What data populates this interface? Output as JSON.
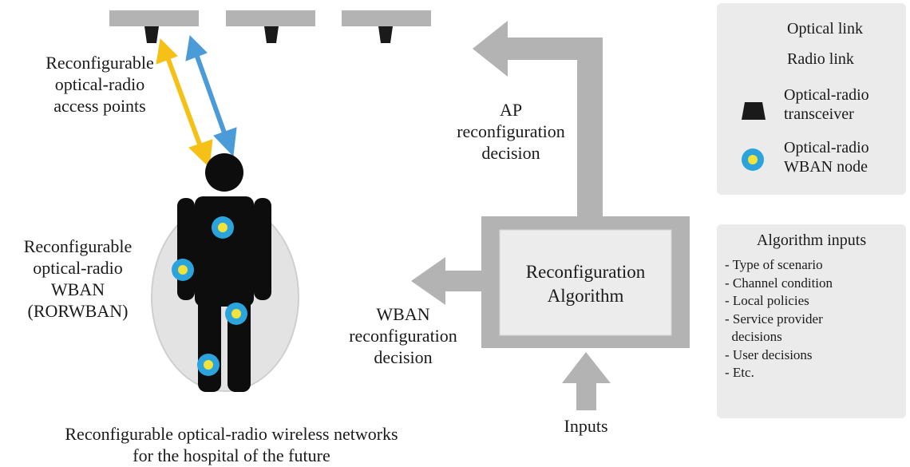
{
  "colors": {
    "optical": "#f5c116",
    "radio": "#4a9bd8",
    "node_ring": "#2ba3dc",
    "node_core": "#f1e33a",
    "gray_block": "#b3b3b3",
    "light_panel": "#ebebeb",
    "body_figure": "#0d0d0d",
    "aura": "#e3e3e3"
  },
  "icons": {
    "ceiling_panel": "ceiling-panel",
    "transceiver": "trapezoid-transceiver-icon",
    "node": "ring-dot-node-icon",
    "person": "person-silhouette"
  },
  "labels": {
    "access_points": [
      "Reconfigurable",
      "optical-radio",
      "access points"
    ],
    "wban": [
      "Reconfigurable",
      "optical-radio",
      "WBAN",
      "(RORWBAN)"
    ],
    "ap_decision": [
      "AP",
      "reconfiguration",
      "decision"
    ],
    "wban_decision": [
      "WBAN",
      "reconfiguration",
      "decision"
    ],
    "algorithm": [
      "Reconfiguration",
      "Algorithm"
    ],
    "inputs": "Inputs",
    "caption": [
      "Reconfigurable optical-radio wireless networks",
      "for the hospital of the future"
    ]
  },
  "legend": {
    "optical_link": "Optical link",
    "radio_link": "Radio link",
    "transceiver": [
      "Optical-radio",
      "transceiver"
    ],
    "node": [
      "Optical-radio",
      "WBAN node"
    ]
  },
  "algorithm_inputs": {
    "title": "Algorithm inputs",
    "items": [
      "- Type of scenario",
      "- Channel condition",
      "- Local policies",
      "- Service provider",
      "  decisions",
      "- User decisions",
      "- Etc."
    ]
  }
}
